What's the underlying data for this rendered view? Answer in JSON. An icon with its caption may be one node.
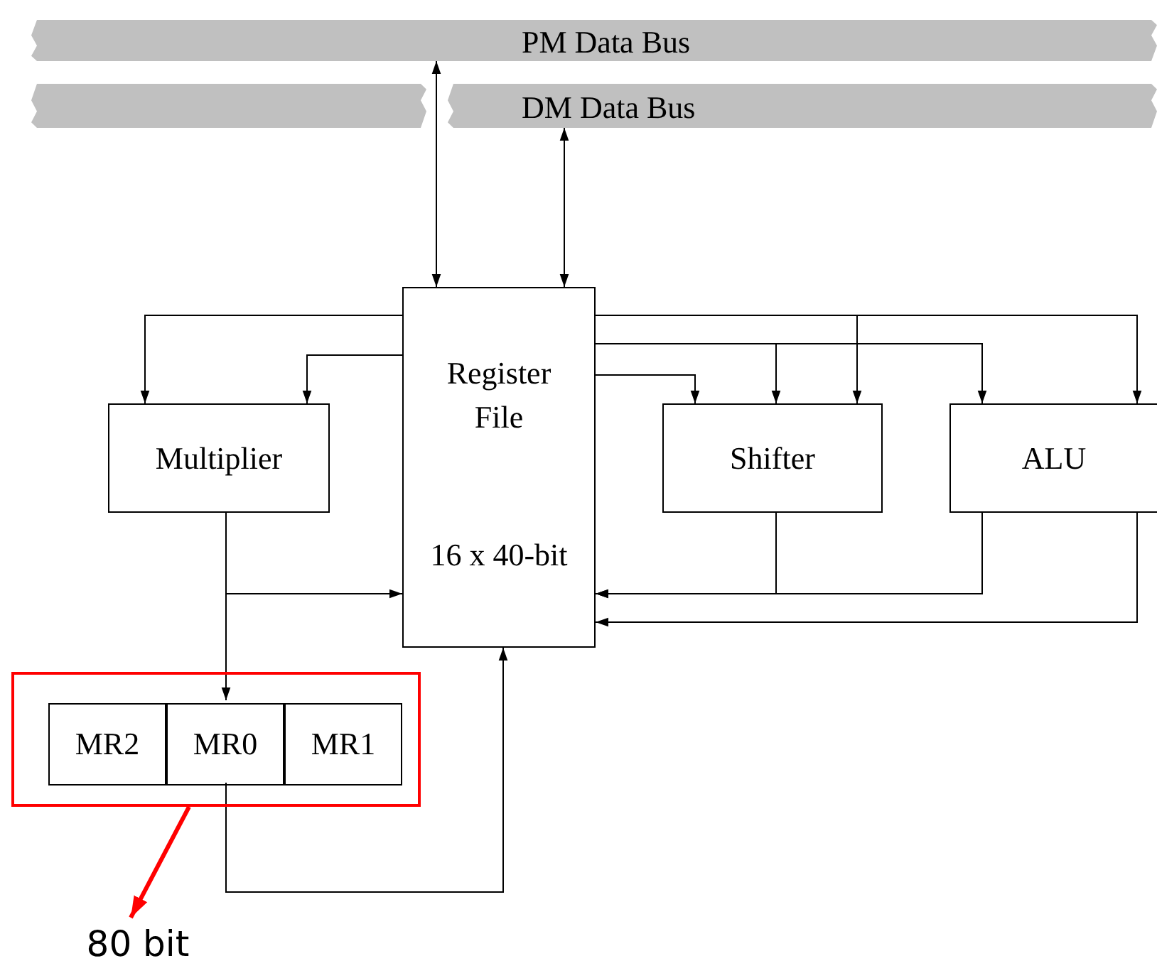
{
  "diagram": {
    "nodes": [
      {
        "text": [
          "PM Data Bus"
        ]
      },
      {
        "text": [
          "DM Data Bus"
        ]
      },
      {
        "text": [
          "Register File",
          "16 x 40-bit"
        ]
      },
      {
        "text": [
          "Multiplier"
        ]
      },
      {
        "text": [
          "Shifter"
        ]
      },
      {
        "text": [
          "ALU"
        ]
      },
      {
        "text": [],
        "shape": "box"
      },
      {
        "text": [
          "MR2"
        ],
        "in": 6
      },
      {
        "text": [
          "MR0"
        ],
        "in": 6
      },
      {
        "text": [
          "MR1"
        ],
        "in": 6
      },
      {
        "text": [
          "80 bit"
        ]
      }
    ],
    "edges": [
      {
        "from": 2,
        "to": 0,
        "arrow": "both"
      },
      {
        "from": 2,
        "to": 1,
        "arrow": "both"
      },
      {
        "from": 2,
        "to": 3,
        "arrow": "to"
      },
      {
        "from": 2,
        "to": 3,
        "arrow": "to"
      },
      {
        "from": 2,
        "to": 4,
        "arrow": "to"
      },
      {
        "from": 2,
        "to": 4,
        "arrow": "to"
      },
      {
        "from": 2,
        "to": 4,
        "arrow": "to"
      },
      {
        "from": 2,
        "to": 5,
        "arrow": "to"
      },
      {
        "from": 2,
        "to": 5,
        "arrow": "to"
      },
      {
        "from": 3,
        "to": 2,
        "arrow": "to"
      },
      {
        "from": 3,
        "to": 8,
        "arrow": "to"
      },
      {
        "from": 4,
        "to": 2,
        "arrow": "to"
      },
      {
        "from": 5,
        "to": 2,
        "arrow": "to"
      },
      {
        "from": 5,
        "to": 2,
        "arrow": "to"
      },
      {
        "from": 8,
        "to": 2,
        "arrow": "to"
      },
      {
        "from": 6,
        "to": 10,
        "arrow": "to",
        "color": "#ff0000",
        "style": "thick"
      }
    ]
  }
}
